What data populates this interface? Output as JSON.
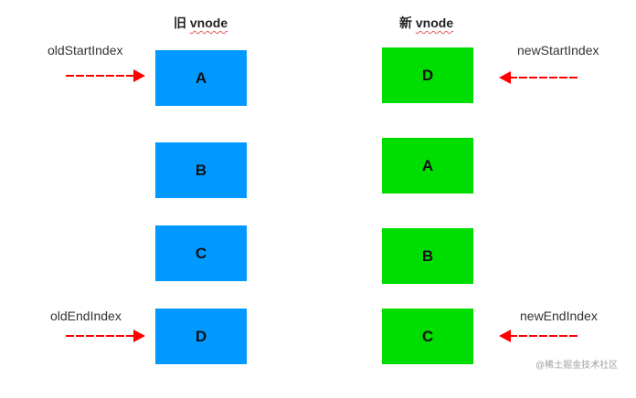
{
  "old_vnode": {
    "title_prefix": "旧",
    "title_word": "vnode",
    "nodes": [
      "A",
      "B",
      "C",
      "D"
    ],
    "color": "#0099ff"
  },
  "new_vnode": {
    "title_prefix": "新",
    "title_word": "vnode",
    "nodes": [
      "D",
      "A",
      "B",
      "C"
    ],
    "color": "#00dd00"
  },
  "indices": {
    "old_start": "oldStartIndex",
    "old_end": "oldEndIndex",
    "new_start": "newStartIndex",
    "new_end": "newEndIndex"
  },
  "arrow_color": "#ff0000",
  "watermark": "@稀土掘金技术社区"
}
